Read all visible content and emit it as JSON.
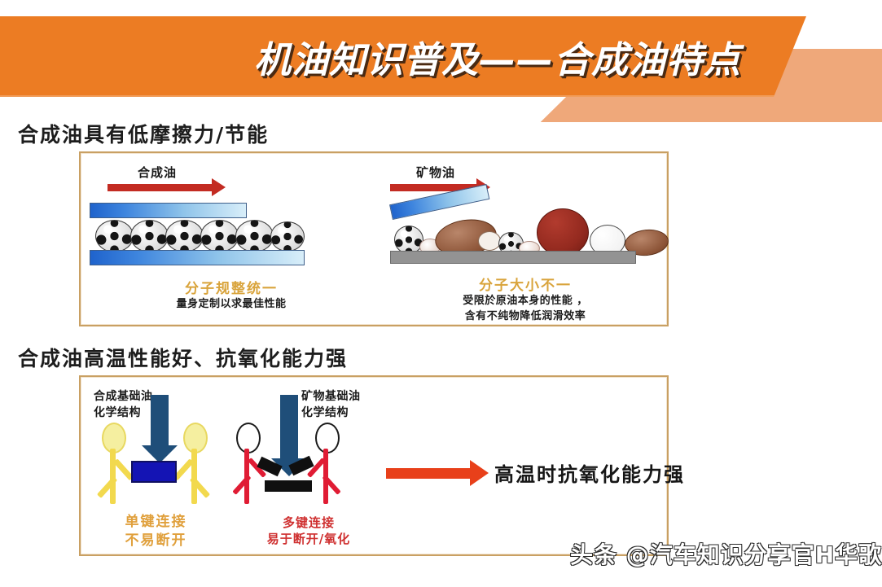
{
  "banner": {
    "title": "机油知识普及——合成油特点",
    "main_color": "#ec7c23",
    "accent_color": "#efa87a"
  },
  "sections": [
    {
      "heading": "合成油具有低摩擦力/节能",
      "panels": {
        "synthetic": {
          "flow_label": "合成油",
          "caption_title": "分子规整统一",
          "caption_sub": "量身定制以求最佳性能",
          "caption_color": "#d9a43c"
        },
        "mineral": {
          "flow_label": "矿物油",
          "caption_title": "分子大小不一",
          "caption_sub_line1": "受限於原油本身的性能 ，",
          "caption_sub_line2": "含有不纯物降低润滑效率",
          "caption_color": "#d9a43c"
        }
      }
    },
    {
      "heading": "合成油高温性能好、抗氧化能力强",
      "panels": {
        "synthetic": {
          "label_line1": "合成基础油",
          "label_line2": "化学结构",
          "caption_line1": "单键连接",
          "caption_line2": "不易断开",
          "caption_color": "#e0a03c"
        },
        "mineral": {
          "label_line1": "矿物基础油",
          "label_line2": "化学结构",
          "caption_line1": "多键连接",
          "caption_line2": "易于断开/氧化",
          "caption_color": "#cf3030"
        },
        "conclusion": "高温时抗氧化能力强"
      }
    }
  ],
  "watermark": "头条 @汽车知识分享官H华歌"
}
